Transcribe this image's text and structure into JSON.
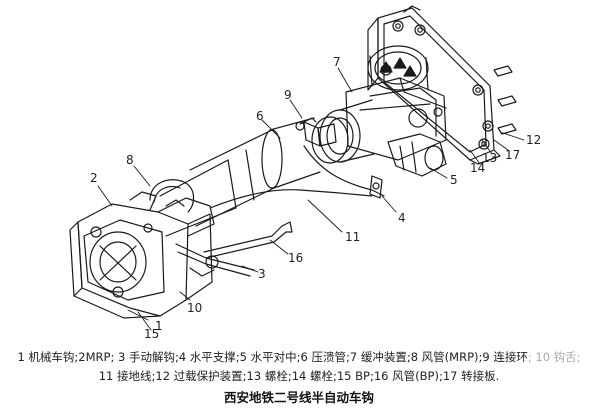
{
  "diagram": {
    "callouts": [
      {
        "id": "1",
        "label": "1"
      },
      {
        "id": "2",
        "label": "2"
      },
      {
        "id": "3",
        "label": "3"
      },
      {
        "id": "4",
        "label": "4"
      },
      {
        "id": "5",
        "label": "5"
      },
      {
        "id": "6",
        "label": "6"
      },
      {
        "id": "7",
        "label": "7"
      },
      {
        "id": "8",
        "label": "8"
      },
      {
        "id": "9",
        "label": "9"
      },
      {
        "id": "10",
        "label": "10"
      },
      {
        "id": "11",
        "label": "11"
      },
      {
        "id": "12",
        "label": "12"
      },
      {
        "id": "13",
        "label": "13"
      },
      {
        "id": "14",
        "label": "14"
      },
      {
        "id": "15",
        "label": "15"
      },
      {
        "id": "16",
        "label": "16"
      },
      {
        "id": "17",
        "label": "17"
      }
    ]
  },
  "legend": {
    "line1_main": "1 机械车钩;2MRP; 3 手动解钩;4 水平支撑;5 水平对中;6 压溃管;7 缓冲装置;8 风管(MRP);9 连接环",
    "line1_faded": "; 10 钩舌;",
    "line2": "11 接地线;12 过载保护装置;13 螺栓;14 螺栓;15 BP;16 风管(BP);17 转接板."
  },
  "caption": "西安地铁二号线半自动车钩"
}
